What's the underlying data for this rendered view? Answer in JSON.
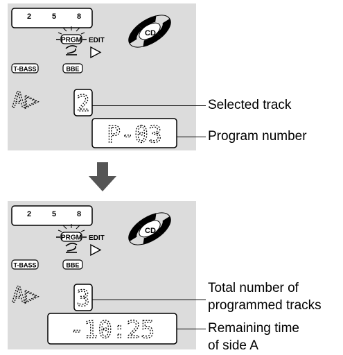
{
  "display_top": {
    "track_ticks": [
      "2",
      "5",
      "8"
    ],
    "prgm_label": "PRGM",
    "edit_label": "EDIT",
    "cd_label": "CD",
    "tbass_label": "T-BASS",
    "bbe_label": "BBE",
    "side_text": "A▷",
    "selected_digit": "2",
    "program_text": "P-03"
  },
  "display_bottom": {
    "track_ticks": [
      "2",
      "5",
      "8"
    ],
    "prgm_label": "PRGM",
    "edit_label": "EDIT",
    "cd_label": "CD",
    "tbass_label": "T-BASS",
    "bbe_label": "BBE",
    "side_text": "A▷",
    "total_digit": "3",
    "time_text": "-10:25"
  },
  "callouts": {
    "selected_track": "Selected track",
    "program_number": "Program number",
    "total_line1": "Total number of",
    "total_line2": "programmed tracks",
    "remaining_line1": "Remaining time",
    "remaining_line2": "of side A"
  },
  "colors": {
    "panel": "#dcdcdc",
    "arrow": "#555555"
  }
}
